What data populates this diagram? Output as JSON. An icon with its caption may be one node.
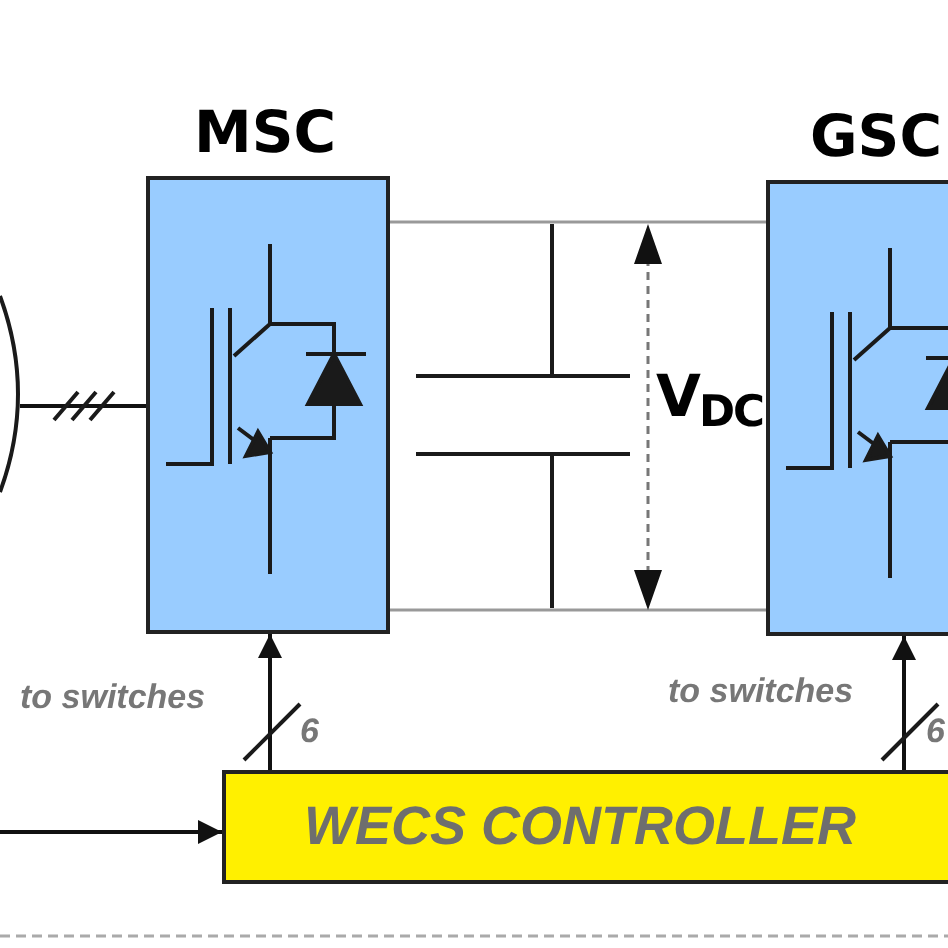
{
  "diagram": {
    "nodes": [
      {
        "text": [
          "MSC"
        ]
      },
      {
        "text": [
          "GSC"
        ]
      },
      {
        "text": [
          "WECS CONTROLLER"
        ]
      },
      {
        "text": [],
        "shape": "circle"
      }
    ],
    "edges": [
      {
        "from": 3,
        "to": 0,
        "arrow": "none"
      },
      {
        "from": 0,
        "to": 1,
        "arrow": "none",
        "color": "#999999"
      },
      {
        "from": 0,
        "to": 1,
        "arrow": "none",
        "color": "#999999"
      },
      {
        "from": 2,
        "to": 0,
        "arrow": "to"
      },
      {
        "from": 2,
        "to": 1,
        "arrow": "to"
      },
      {
        "from": null,
        "to": 2,
        "arrow": "to"
      }
    ],
    "labels": [
      "V$_{DC}$",
      "to switches",
      "to switches",
      "6",
      "6"
    ]
  }
}
